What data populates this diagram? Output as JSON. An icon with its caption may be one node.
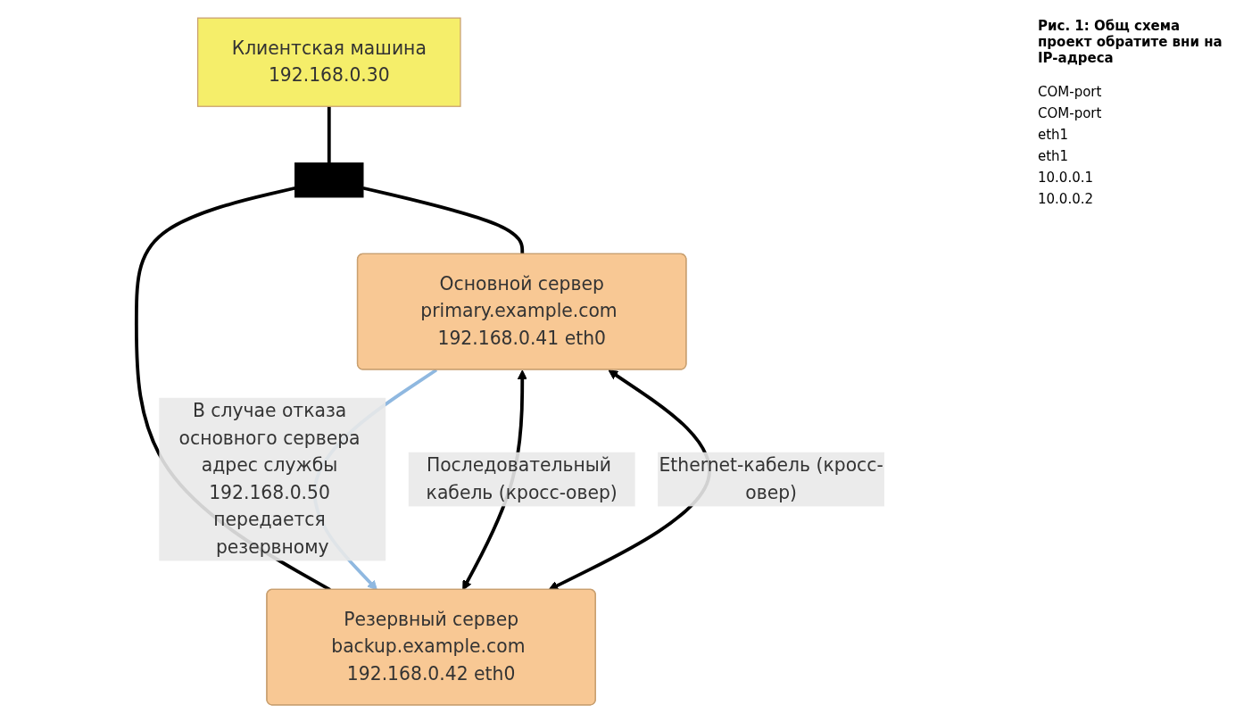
{
  "diagram": {
    "caption": "Рис. 1: Общ схема проект обратите вни на IP-адреса",
    "nodes": [
      {
        "text": [
          "Клиентская машина",
          "192.168.0.30"
        ]
      },
      {
        "text": [],
        "shape": "bar"
      },
      {
        "text": [
          "Основной сервер",
          "primary.example.com 192.168.0.41 eth0"
        ]
      },
      {
        "text": [
          "Резервный сервер",
          "backup.example.com 192.168.0.42 eth0"
        ]
      }
    ],
    "edges": [
      {
        "from": 0,
        "to": 1,
        "arrow": "none"
      },
      {
        "from": 1,
        "to": 2,
        "arrow": "none"
      },
      {
        "from": 1,
        "to": 3,
        "arrow": "none"
      },
      {
        "from": 2,
        "to": 3,
        "arrow": "to",
        "color": "#8fb8e0",
        "label": "В случае отказа основного сервера адрес службы 192.168.0.50 передается резервному"
      },
      {
        "from": 2,
        "to": 3,
        "arrow": "both",
        "label": "Последовательный кабель (кросс-овер)"
      },
      {
        "from": 2,
        "to": 3,
        "arrow": "both",
        "label": "Ethernet-кабель (кросс-овер)"
      }
    ],
    "labels": [
      "COM-port",
      "COM-port",
      "eth1",
      "eth1",
      "10.0.0.1",
      "10.0.0.2"
    ]
  }
}
